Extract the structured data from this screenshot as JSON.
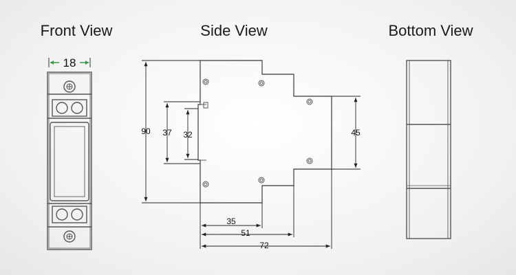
{
  "titles": {
    "front": "Front View",
    "side": "Side View",
    "bottom": "Bottom View"
  },
  "dimensions": {
    "front_width": "18",
    "side_height_total": "90",
    "side_height_37": "37",
    "side_height_32": "32",
    "side_height_45": "45",
    "side_depth_35": "35",
    "side_depth_51": "51",
    "side_depth_72": "72"
  },
  "colors": {
    "line": "#555555",
    "dim_line": "#222222",
    "arrow_green": "#2e9d3a"
  }
}
